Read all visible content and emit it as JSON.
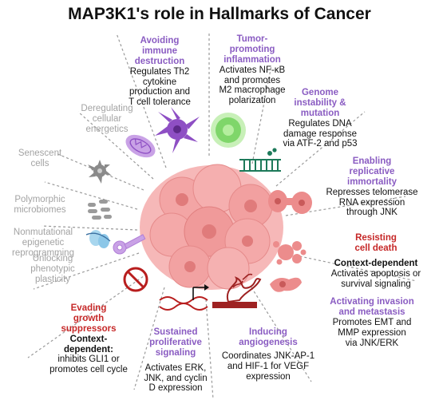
{
  "title": "MAP3K1's role in Hallmarks of Cancer",
  "hallmarks": {
    "immune": {
      "heading": "Avoiding immune destruction",
      "line1": "Avoiding",
      "line2": "immune",
      "line3": "destruction",
      "desc1": "Regulates Th2",
      "desc2": "cytokine",
      "desc3": "production and",
      "desc4": "T cell tolerance"
    },
    "inflammation": {
      "line1": "Tumor-",
      "line2": "promoting",
      "line3": "inflammation",
      "desc1": "Activates NF-κB",
      "desc2": "and promotes",
      "desc3": "M2 macrophage",
      "desc4": "polarization"
    },
    "genome": {
      "line1": "Genome",
      "line2": "instability &",
      "line3": "mutation",
      "desc1": "Regulates DNA",
      "desc2": "damage response",
      "desc3": "via ATF-2 and p53"
    },
    "immortality": {
      "line1": "Enabling",
      "line2": "replicative",
      "line3": "immortality",
      "desc1": "Represses telomerase",
      "desc2": "RNA expression",
      "desc3": "through JNK"
    },
    "cell_death": {
      "line1": "Resisting",
      "line2": "cell death",
      "note": "Context-dependent",
      "desc1": "Activates apoptosis or",
      "desc2": "survival signaling"
    },
    "invasion": {
      "line1": "Activating invasion",
      "line2": "and metastasis",
      "desc1": "Promotes EMT and",
      "desc2": "MMP expression",
      "desc3": "via JNK/ERK"
    },
    "angiogenesis": {
      "line1": "Inducing",
      "line2": "angiogenesis",
      "desc1": "Coordinates JNK-AP-1",
      "desc2": "and HIF-1 for VEGF",
      "desc3": "expression"
    },
    "proliferative": {
      "line1": "Sustained",
      "line2": "proliferative",
      "line3": "signaling",
      "desc1": "Activates ERK,",
      "desc2": "JNK, and cyclin",
      "desc3": "D expression"
    },
    "growth": {
      "line1": "Evading",
      "line2": "growth",
      "line3": "suppressors",
      "note1": "Context-",
      "note2": "dependent:",
      "desc1": "inhibits GLI1 or",
      "desc2": "promotes cell cycle"
    },
    "plasticity": {
      "line1": "Unlocking",
      "line2": "phenotypic",
      "line3": "plasticity"
    },
    "epigenetic": {
      "line1": "Nonmutational",
      "line2": "epigenetic",
      "line3": "reprogramming"
    },
    "microbiomes": {
      "line1": "Polymorphic",
      "line2": "microbiomes"
    },
    "senescent": {
      "line1": "Senescent",
      "line2": "cells"
    },
    "energetics": {
      "line1": "Deregulating",
      "line2": "cellular",
      "line3": "energetics"
    }
  },
  "colors": {
    "purple": "#8a5cc2",
    "gray": "#a3a3a3",
    "red": "#c62828",
    "tumor": "#f09a9a"
  },
  "icons": [
    "dendritic-cell-icon",
    "macrophage-icon",
    "dna-icon",
    "dividing-cell-icon",
    "apoptotic-cell-icon",
    "migrating-cell-icon",
    "blood-vessel-icon",
    "gene-promoter-icon",
    "stop-sign-icon",
    "key-icon",
    "chromatin-icon",
    "bacteria-icon",
    "senescent-cell-icon",
    "mitochondrion-icon",
    "tumor-cluster-icon"
  ]
}
